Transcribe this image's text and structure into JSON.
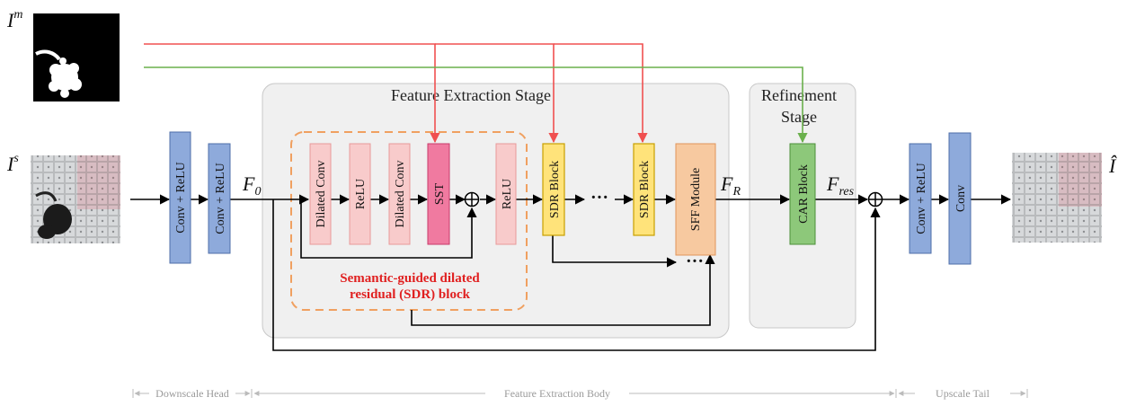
{
  "inputs": {
    "mask_symbol": "I",
    "mask_sup": "m",
    "image_symbol": "I",
    "image_sup": "s",
    "output_symbol": "Î"
  },
  "stages": {
    "feature_extraction_title": "Feature Extraction Stage",
    "refinement_title_line1": "Refinement",
    "refinement_title_line2": "Stage"
  },
  "head": {
    "block1": "Conv + ReLU",
    "block2": "Conv + ReLU",
    "f0_main": "F",
    "f0_sub": "0"
  },
  "sdr_block": {
    "items": [
      "Dilated Conv",
      "ReLU",
      "Dilated Conv",
      "SST",
      "ReLU"
    ],
    "caption_line1": "Semantic-guided dilated",
    "caption_line2": "residual (SDR) block"
  },
  "body": {
    "sdr1": "SDR Block",
    "ellipsis": "···",
    "sdr2": "SDR Block",
    "sff": "SFF Module",
    "fr_main": "F",
    "fr_sub": "R"
  },
  "refine": {
    "car": "CAR Block",
    "fres_main": "F",
    "fres_sub": "res"
  },
  "tail": {
    "block1": "Conv + ReLU",
    "block2": "Conv"
  },
  "footer": {
    "downscale": "Downscale Head",
    "body": "Feature Extraction Body",
    "upscale": "Upscale Tail"
  }
}
